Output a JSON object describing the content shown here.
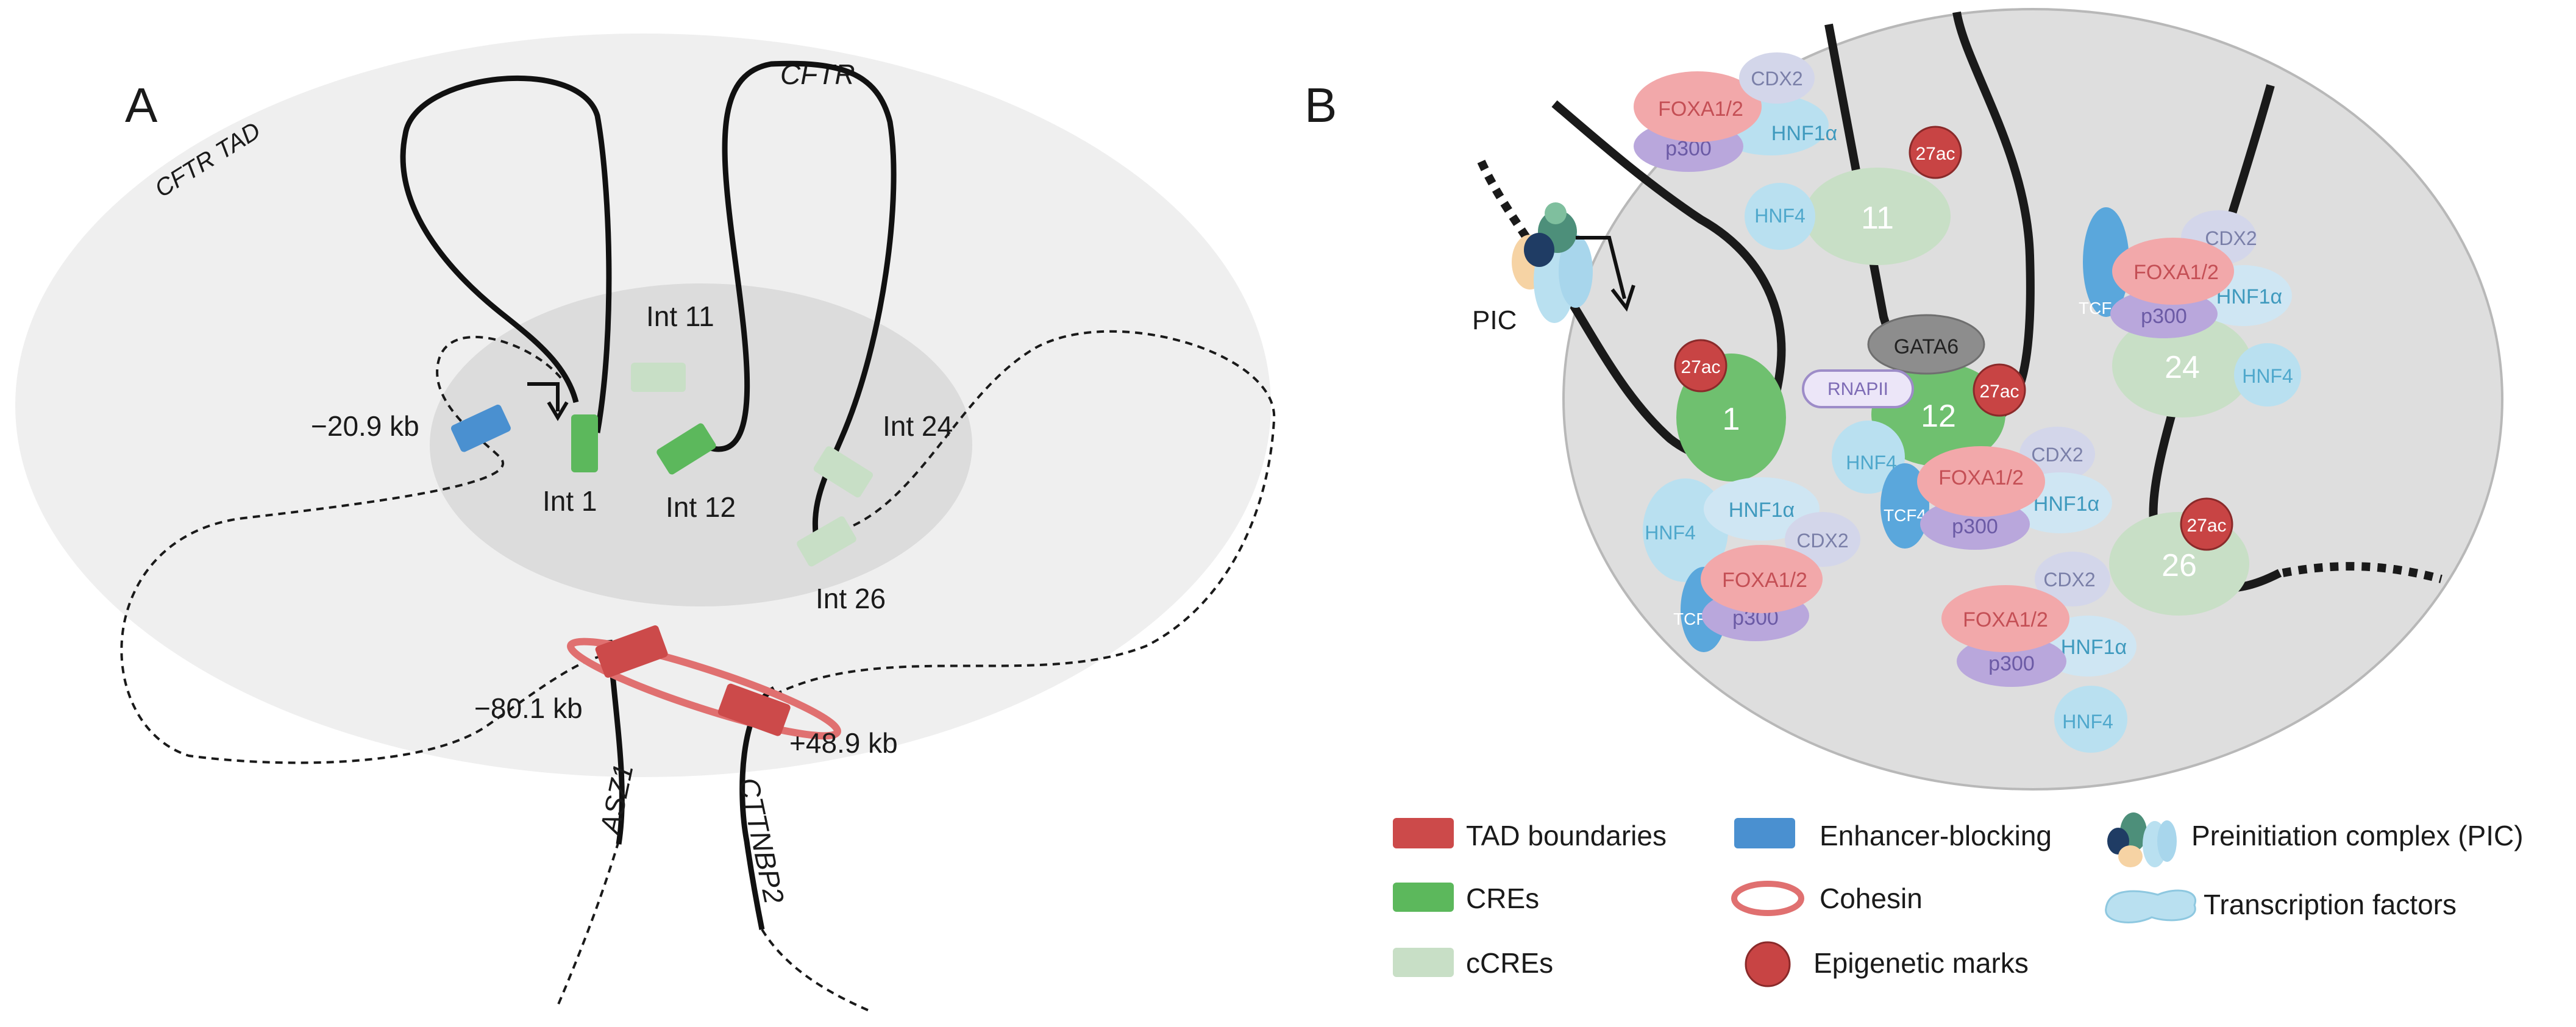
{
  "panel_a": {
    "letter": "A",
    "tad_label": "CFTR TAD",
    "gene_label": "CFTR",
    "elements": {
      "int1": "Int 1",
      "int11": "Int 11",
      "int12": "Int 12",
      "int24": "Int 24",
      "int26": "Int 26",
      "kb_minus_20_9": "−20.9 kb",
      "kb_minus_80_1": "−80.1 kb",
      "kb_plus_48_9": "+48.9 kb"
    },
    "genes": {
      "asz1": "ASZ1",
      "cttnbp2": "CTTNBP2"
    }
  },
  "panel_b": {
    "letter": "B",
    "pic_label": "PIC",
    "mark_label": "27ac",
    "cre_numbers": {
      "n1": "1",
      "n11": "11",
      "n12": "12",
      "n24": "24",
      "n26": "26"
    },
    "factors": {
      "foxa": "FOXA1/2",
      "p300": "p300",
      "cdx2": "CDX2",
      "hnf1a": "HNF1α",
      "hnf4": "HNF4",
      "tcf4": "TCF4",
      "gata6": "GATA6",
      "rnapii": "RNAPII"
    }
  },
  "legend": {
    "tad_boundaries": "TAD boundaries",
    "cres": "CREs",
    "ccres": "cCREs",
    "enhancer_blocking": "Enhancer-blocking",
    "cohesin": "Cohesin",
    "epigenetic_marks": "Epigenetic marks",
    "pic": "Preinitiation complex (PIC)",
    "transcription_factors": "Transcription factors"
  },
  "colors": {
    "tad_boundary": "#cc4a4a",
    "cre": "#5cb85c",
    "ccre": "#c8dfc6",
    "enhancer_blocking": "#4a90d0",
    "cohesin": "#e07070",
    "mark": "#c84444",
    "foxa": "#f2a8aa",
    "p300": "#b9a7dc",
    "cdx2": "#d3d6ea",
    "hnf": "#b9e0f0",
    "tcf4": "#5aa7dc"
  }
}
